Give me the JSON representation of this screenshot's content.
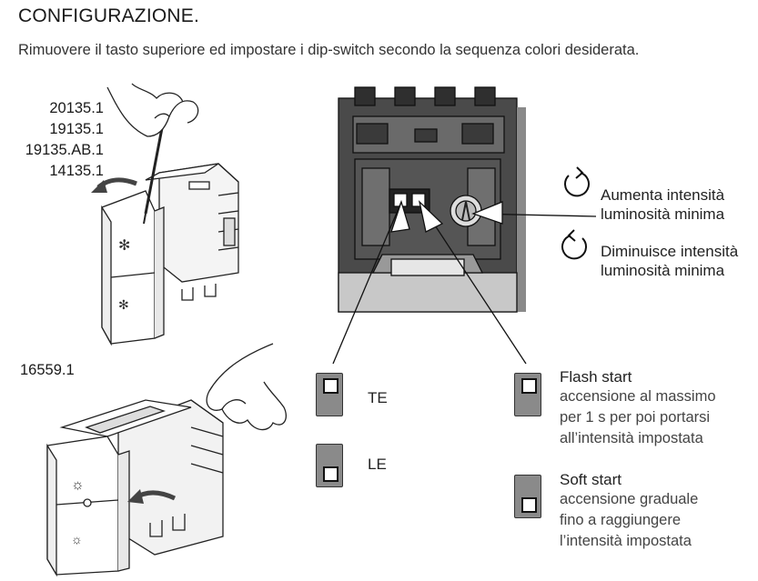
{
  "header": {
    "title": "CONFIGURAZIONE.",
    "subtitle": "Rimuovere il tasto superiore ed impostare i dip-switch secondo la sequenza colori desiderata."
  },
  "devices": {
    "codes_top": [
      "20135.1",
      "19135.1",
      "19135.AB.1",
      "14135.1"
    ],
    "code_bottom": "16559.1"
  },
  "rotation": {
    "increase": [
      "Aumenta intensità",
      "luminosità minima"
    ],
    "decrease": [
      "Diminuisce intensità",
      "luminosità minima"
    ]
  },
  "dip_modes": {
    "te": "TE",
    "le": "LE",
    "flash": {
      "title": "Flash start",
      "lines": [
        "accensione al massimo",
        "per 1 s per poi portarsi",
        "all’intensità impostata"
      ]
    },
    "soft": {
      "title": "Soft start",
      "lines": [
        "accensione graduale",
        "fino a raggiungere",
        "l’intensità impostata"
      ]
    }
  }
}
